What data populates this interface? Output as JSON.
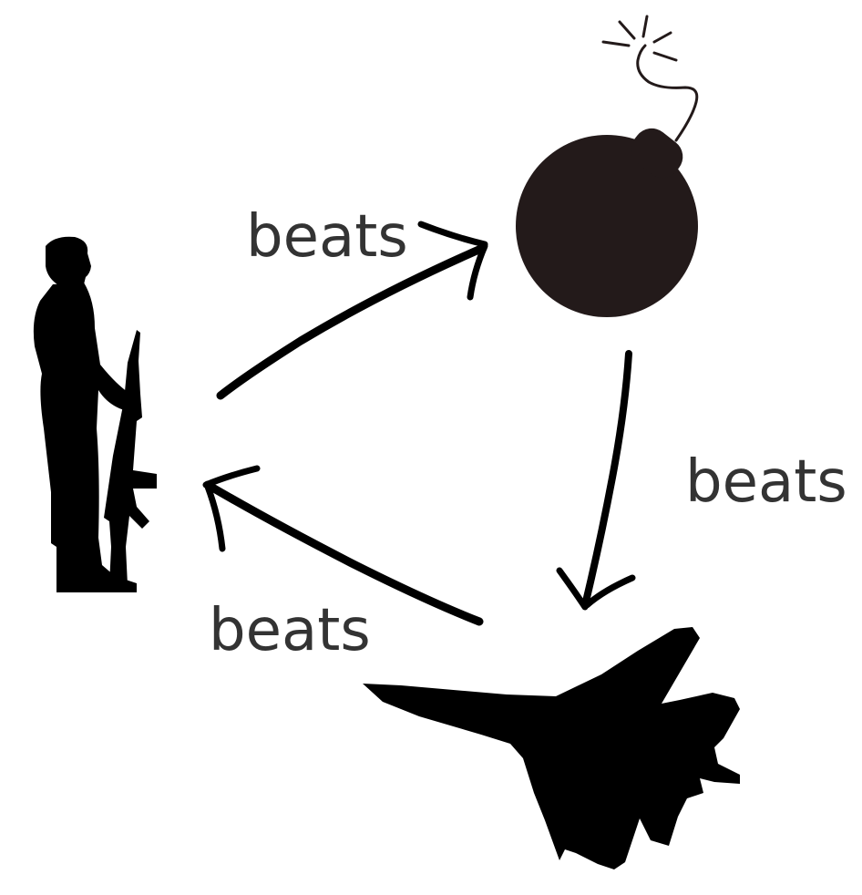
{
  "diagram": {
    "nodes": [
      {
        "id": "soldier",
        "icon": "soldier-icon"
      },
      {
        "id": "bomb",
        "icon": "bomb-icon"
      },
      {
        "id": "fighter-jet",
        "icon": "fighter-jet-icon"
      }
    ],
    "edges": [
      {
        "from": "soldier",
        "to": "bomb",
        "label": "beats"
      },
      {
        "from": "bomb",
        "to": "fighter-jet",
        "label": "beats"
      },
      {
        "from": "fighter-jet",
        "to": "soldier",
        "label": "beats"
      }
    ],
    "colors": {
      "silhouette": "#000000",
      "bomb": "#231a1a",
      "label_text": "#333333",
      "background": "#ffffff"
    }
  }
}
